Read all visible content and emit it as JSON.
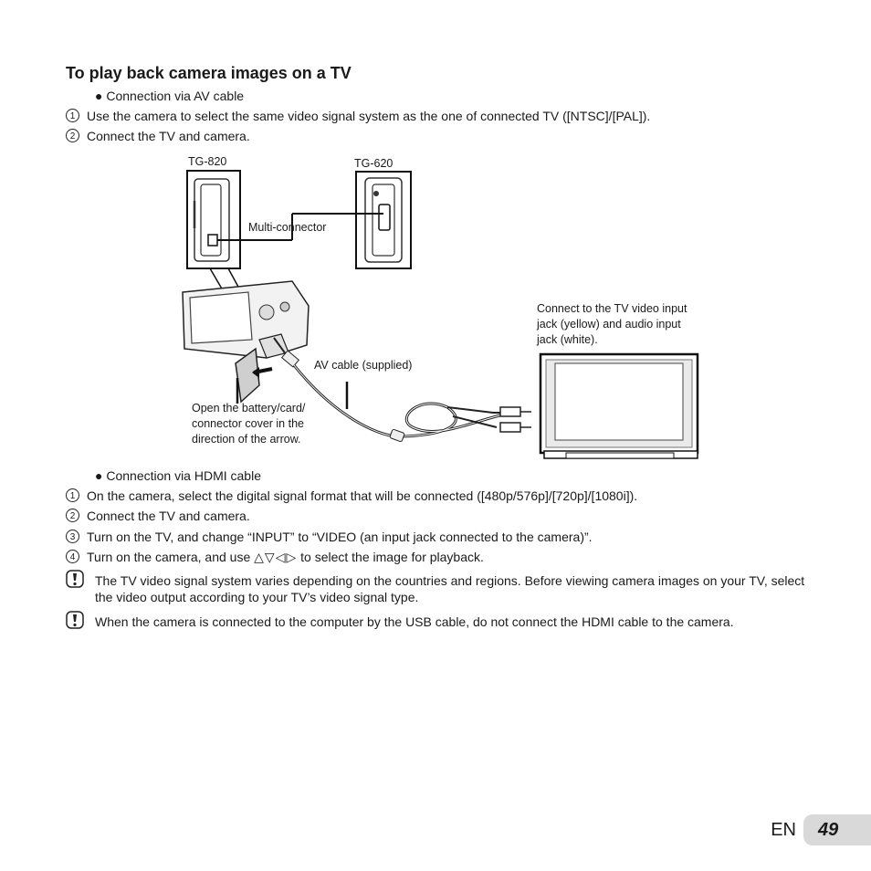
{
  "heading": "To play back camera images on a TV",
  "av_section": {
    "bullet": "Connection via AV cable",
    "steps": [
      {
        "num": "1",
        "text": "Use the camera to select the same video signal system as the one of connected TV ([NTSC]/[PAL])."
      },
      {
        "num": "2",
        "text": "Connect the TV and camera."
      }
    ]
  },
  "diagram": {
    "model_a": "TG-820",
    "model_b": "TG-620",
    "multi_connector": "Multi-connector",
    "av_cable": "AV cable (supplied)",
    "tv_note": [
      "Connect to the TV video input",
      "jack (yellow) and audio input",
      "jack (white)."
    ],
    "cover_note": [
      "Open the battery/card/",
      "connector cover in the",
      "direction of the arrow."
    ]
  },
  "hdmi_section": {
    "bullet": "Connection via HDMI cable",
    "steps": [
      {
        "num": "1",
        "text": "On the camera, select the digital signal format that will be connected ([480p/576p]/[720p]/[1080i])."
      },
      {
        "num": "2",
        "text": "Connect the TV and camera."
      },
      {
        "num": "3",
        "text": "Turn on the TV, and change “INPUT” to “VIDEO (an input jack connected to the camera)”."
      },
      {
        "num": "4",
        "text_before": "Turn on the camera, and use",
        "arrows": "△▽◁▷",
        "text_after": "to select the image for playback."
      }
    ]
  },
  "cautions": [
    "The TV video signal system varies depending on the countries and regions. Before viewing camera images on your TV, select the video output according to your TV’s video signal type.",
    "When the camera is connected to the computer by the USB cable, do not connect the HDMI cable to the camera."
  ],
  "footer": {
    "lang": "EN",
    "page": "49"
  }
}
